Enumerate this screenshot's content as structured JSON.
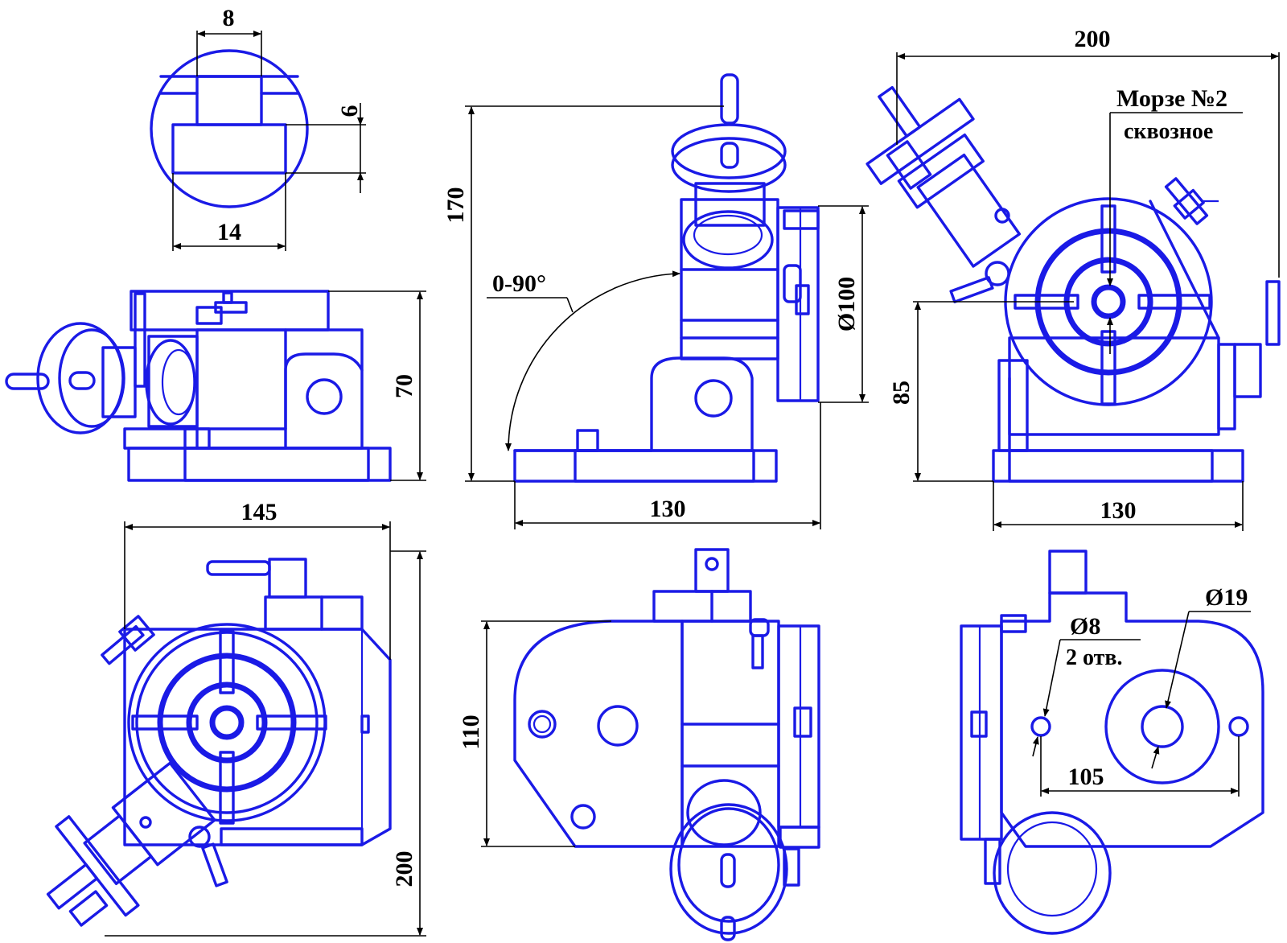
{
  "dimensions": {
    "slot_width_top": "8",
    "slot_depth": "6",
    "slot_width_bottom": "14",
    "height_side": "70",
    "height_front": "170",
    "tilt_range": "0-90°",
    "table_diameter": "Ø100",
    "base_front": "130",
    "total_width_top": "200",
    "morse_taper": "Морзе №2",
    "morse_through": "сквозное",
    "center_height": "85",
    "base_right": "130",
    "plan_width": "145",
    "plan_length": "200",
    "plan_height_mid": "110",
    "bore_diameter": "Ø19",
    "hole_diameter": "Ø8",
    "hole_count": "2 отв.",
    "hole_spacing": "105"
  },
  "colors": {
    "outline": "#1a1ae6",
    "dimension": "#000000"
  }
}
